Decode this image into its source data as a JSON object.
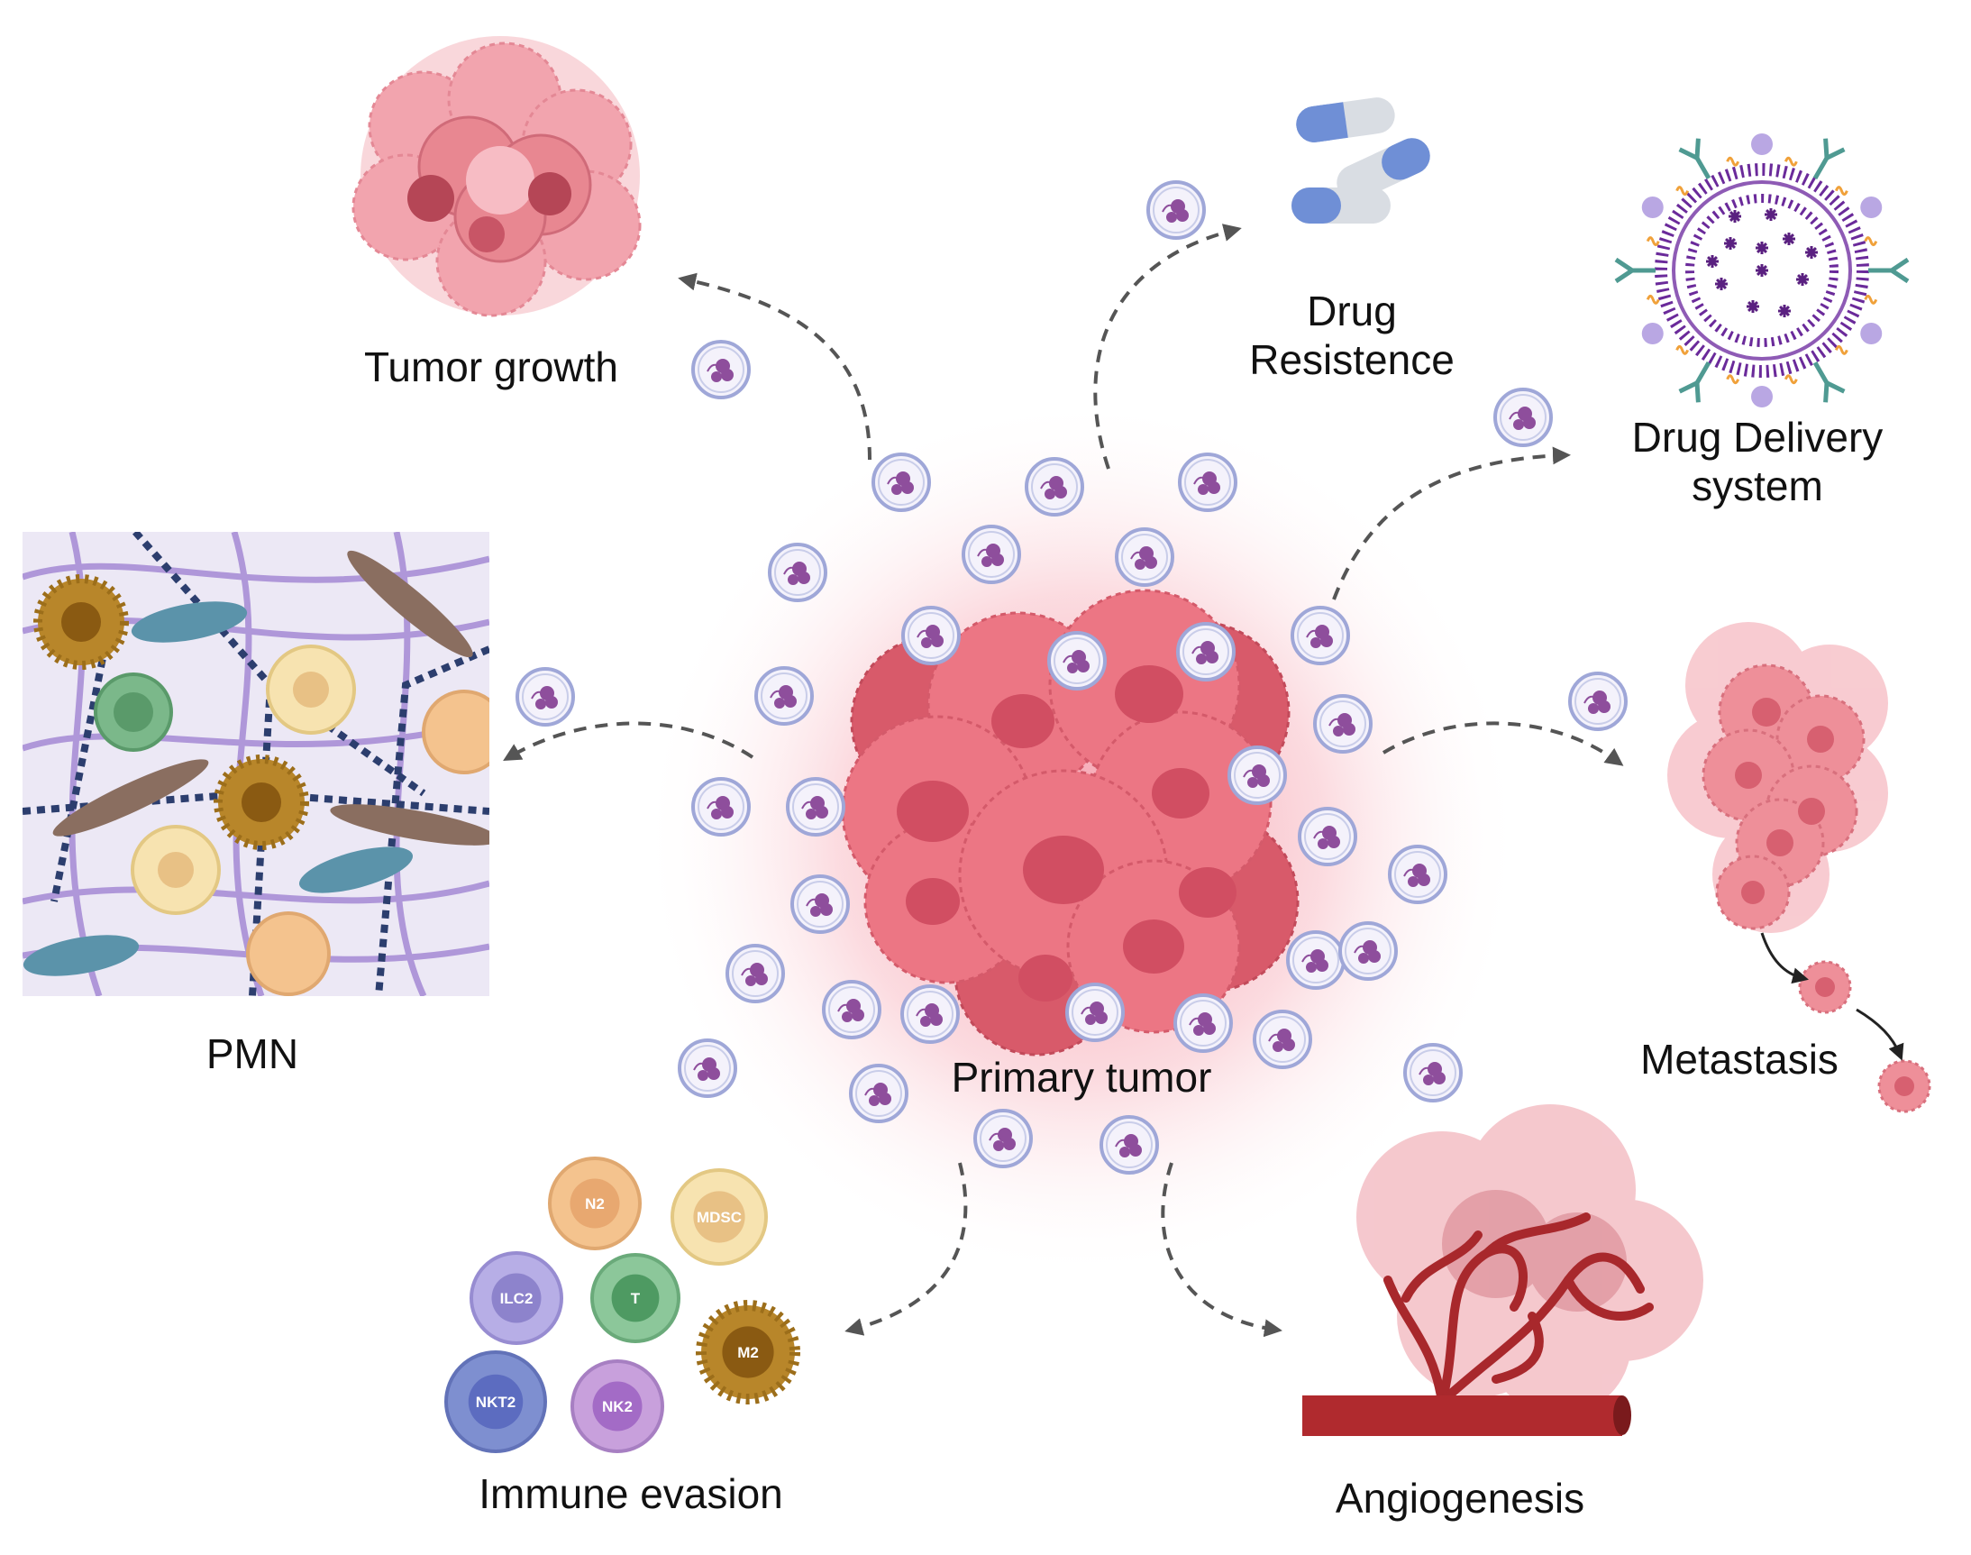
{
  "center": {
    "label": "Primary tumor"
  },
  "outcomes": {
    "tumor_growth": "Tumor growth",
    "drug_resistance": [
      "Drug",
      "Resistence"
    ],
    "drug_delivery": [
      "Drug Delivery",
      "system"
    ],
    "pmn": "PMN",
    "metastasis": "Metastasis",
    "immune_evasion": "Immune evasion",
    "angiogenesis": "Angiogenesis"
  },
  "immune_cells": [
    "N2",
    "MDSC",
    "ILC2",
    "T",
    "M2",
    "NKT2",
    "NK2"
  ],
  "colors": {
    "tumor": "#e86a78",
    "tumor_dark": "#c94c5c",
    "glow": "#f7a8b4",
    "neutrophil_ring": "#9fa7d8",
    "neutrophil_nucleus": "#8e4e9c",
    "arrow": "#555555",
    "vessel": "#a8282c",
    "pill_blue": "#6f8fd6",
    "liposome": "#6a2a9a",
    "antibody": "#4f9a92"
  }
}
